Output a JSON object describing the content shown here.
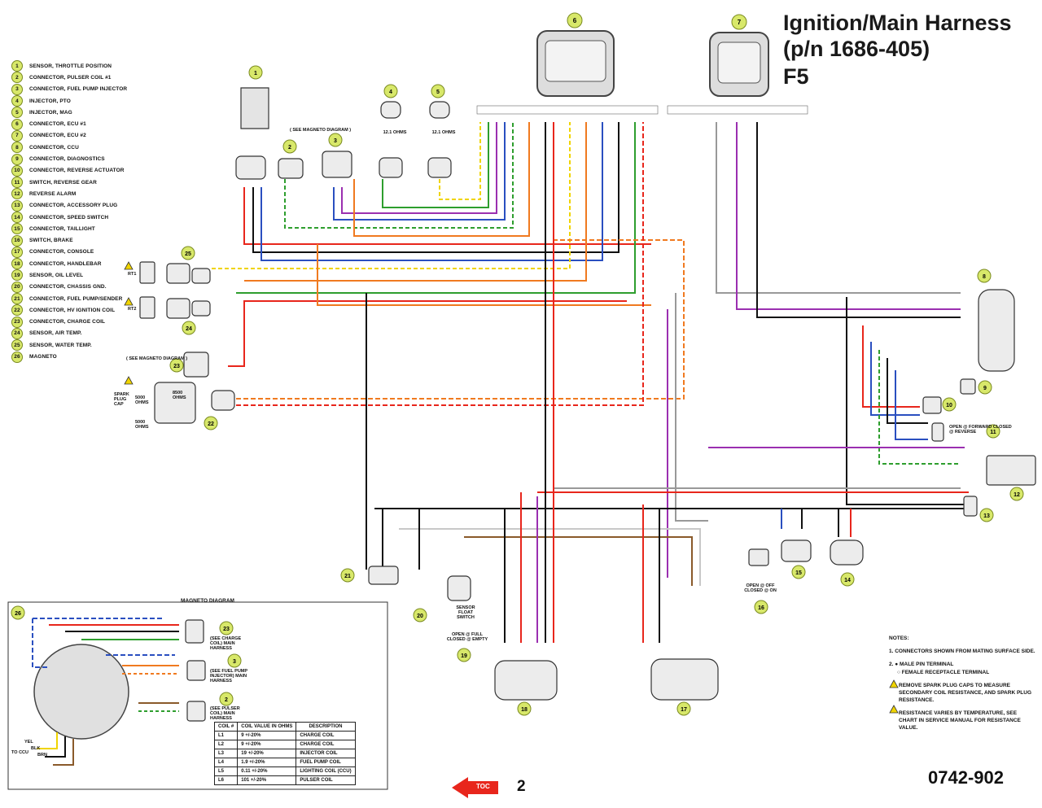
{
  "header": {
    "title_line1": "Ignition/Main Harness",
    "title_line2": "(p/n 1686-405)",
    "title_line3": "F5"
  },
  "legend": [
    {
      "num": "1",
      "label": "SENSOR, THROTTLE POSITION"
    },
    {
      "num": "2",
      "label": "CONNECTOR, PULSER COIL #1"
    },
    {
      "num": "3",
      "label": "CONNECTOR, FUEL PUMP INJECTOR"
    },
    {
      "num": "4",
      "label": "INJECTOR, PTO"
    },
    {
      "num": "5",
      "label": "INJECTOR, MAG"
    },
    {
      "num": "6",
      "label": "CONNECTOR, ECU #1"
    },
    {
      "num": "7",
      "label": "CONNECTOR, ECU #2"
    },
    {
      "num": "8",
      "label": "CONNECTOR, CCU"
    },
    {
      "num": "9",
      "label": "CONNECTOR, DIAGNOSTICS"
    },
    {
      "num": "10",
      "label": "CONNECTOR, REVERSE ACTUATOR"
    },
    {
      "num": "11",
      "label": "SWITCH, REVERSE GEAR"
    },
    {
      "num": "12",
      "label": "REVERSE ALARM"
    },
    {
      "num": "13",
      "label": "CONNECTOR,  ACCESSORY PLUG"
    },
    {
      "num": "14",
      "label": "CONNECTOR, SPEED SWITCH"
    },
    {
      "num": "15",
      "label": "CONNECTOR, TAILLIGHT"
    },
    {
      "num": "16",
      "label": "SWITCH, BRAKE"
    },
    {
      "num": "17",
      "label": "CONNECTOR, CONSOLE"
    },
    {
      "num": "18",
      "label": "CONNECTOR, HANDLEBAR"
    },
    {
      "num": "19",
      "label": "SENSOR, OIL LEVEL"
    },
    {
      "num": "20",
      "label": "CONNECTOR, CHASSIS GND."
    },
    {
      "num": "21",
      "label": "CONNECTOR, FUEL PUMP/SENDER"
    },
    {
      "num": "22",
      "label": "CONNECTOR, HV IGNITION COIL"
    },
    {
      "num": "23",
      "label": "CONNECTOR, CHARGE COIL"
    },
    {
      "num": "24",
      "label": "SENSOR, AIR TEMP."
    },
    {
      "num": "25",
      "label": "SENSOR, WATER TEMP."
    },
    {
      "num": "26",
      "label": "MAGNETO"
    }
  ],
  "notes": {
    "heading": "NOTES:",
    "note1": "1. CONNECTORS SHOWN FROM MATING SURFACE SIDE.",
    "note2a": "2. ● MALE PIN TERMINAL",
    "note2b": "○ FEMALE RECEPTACLE TERMINAL",
    "note3": "REMOVE SPARK PLUG CAPS TO MEASURE SECONDARY COIL RESISTANCE, AND SPARK PLUG RESISTANCE.",
    "note4": "RESISTANCE VARIES BY TEMPERATURE, SEE CHART IN SERVICE MANUAL FOR RESISTANCE VALUE."
  },
  "footer": {
    "part_number": "0742-902",
    "page": "2",
    "toc": "TOC"
  },
  "magneto": {
    "title": "MAGNETO DIAGRAM",
    "table_headers": [
      "COIL #",
      "COIL VALUE IN OHMS",
      "DESCRIPTION"
    ],
    "rows": [
      [
        "L1",
        "9 +/-20%",
        "CHARGE COIL"
      ],
      [
        "L2",
        "9 +/-20%",
        "CHARGE COIL"
      ],
      [
        "L3",
        "19 +/-20%",
        "INJECTOR COIL"
      ],
      [
        "L4",
        "1.9 +/-20%",
        "FUEL PUMP COIL"
      ],
      [
        "L5",
        "0.11 +/-20%",
        "LIGHTING COIL (CCU)"
      ],
      [
        "L6",
        "101 +/-20%",
        "PULSER COIL"
      ]
    ],
    "label_23": "(SEE CHARGE COIL) MAIN HARNESS",
    "label_3": "(SEE FUEL PUMP INJECTOR) MAIN HARNESS",
    "label_2": "(SEE PULSER COIL) MAIN HARNESS",
    "to_ccu": "TO CCU",
    "yel": "YEL",
    "blk": "BLK",
    "brn": "BRN"
  },
  "labels": {
    "see_magneto": "( SEE MAGNETO DIAGRAM )",
    "see_magneto2": "( SEE MAGNETO DIAGRAM )",
    "ohms4": "12.1 OHMS",
    "ohms5": "12.1 OHMS",
    "rt1": "RT1",
    "rt2": "RT2",
    "spark_plug_cap": "SPARK PLUG CAP",
    "ohms5000a": "5000 OHMS",
    "ohms5000b": "5000 OHMS",
    "ohms8500": "8500 OHMS",
    "sensor_float": "SENSOR FLOAT SWITCH",
    "open_full": "OPEN @ FULL CLOSED @ EMPTY",
    "brake_open": "OPEN @ OFF CLOSED @ ON",
    "reverse_open": "OPEN @ FORWARD CLOSED @ REVERSE"
  },
  "colors": {
    "red": "#e8261c",
    "black": "#111111",
    "green": "#2e9e2e",
    "yellow": "#f0d400",
    "blue": "#2a4fc0",
    "orange": "#f07a20",
    "purple": "#9b2fb0",
    "brown": "#8a5a2a",
    "grey": "#9a9a9a",
    "white_wire": "#c8c8c8",
    "badge": "#d8e86a"
  }
}
